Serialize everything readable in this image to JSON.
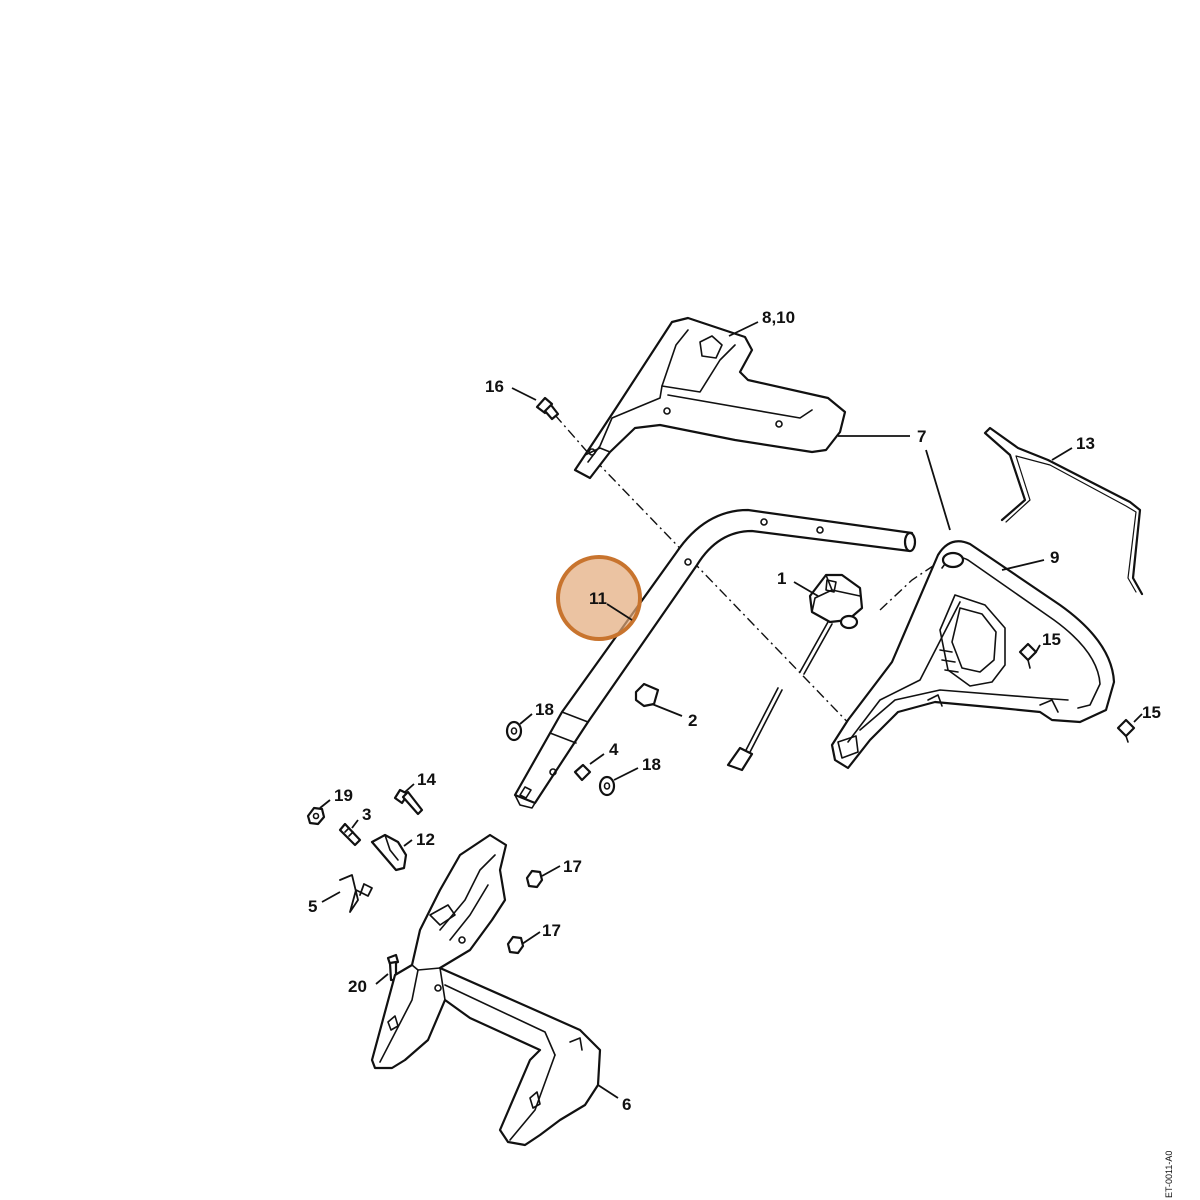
{
  "highlight": {
    "label": "11",
    "fill": "#e3a97a",
    "stroke": "#c8742e"
  },
  "callouts": {
    "c1": "1",
    "c2": "2",
    "c3": "3",
    "c4": "4",
    "c5": "5",
    "c6": "6",
    "c7": "7",
    "c8_10": "8,10",
    "c9": "9",
    "c11": "11",
    "c12": "12",
    "c13": "13",
    "c14": "14",
    "c15a": "15",
    "c15b": "15",
    "c16": "16",
    "c17a": "17",
    "c17b": "17",
    "c18a": "18",
    "c18b": "18",
    "c19": "19",
    "c20": "20"
  },
  "reference_code": "ET-0011-A0"
}
